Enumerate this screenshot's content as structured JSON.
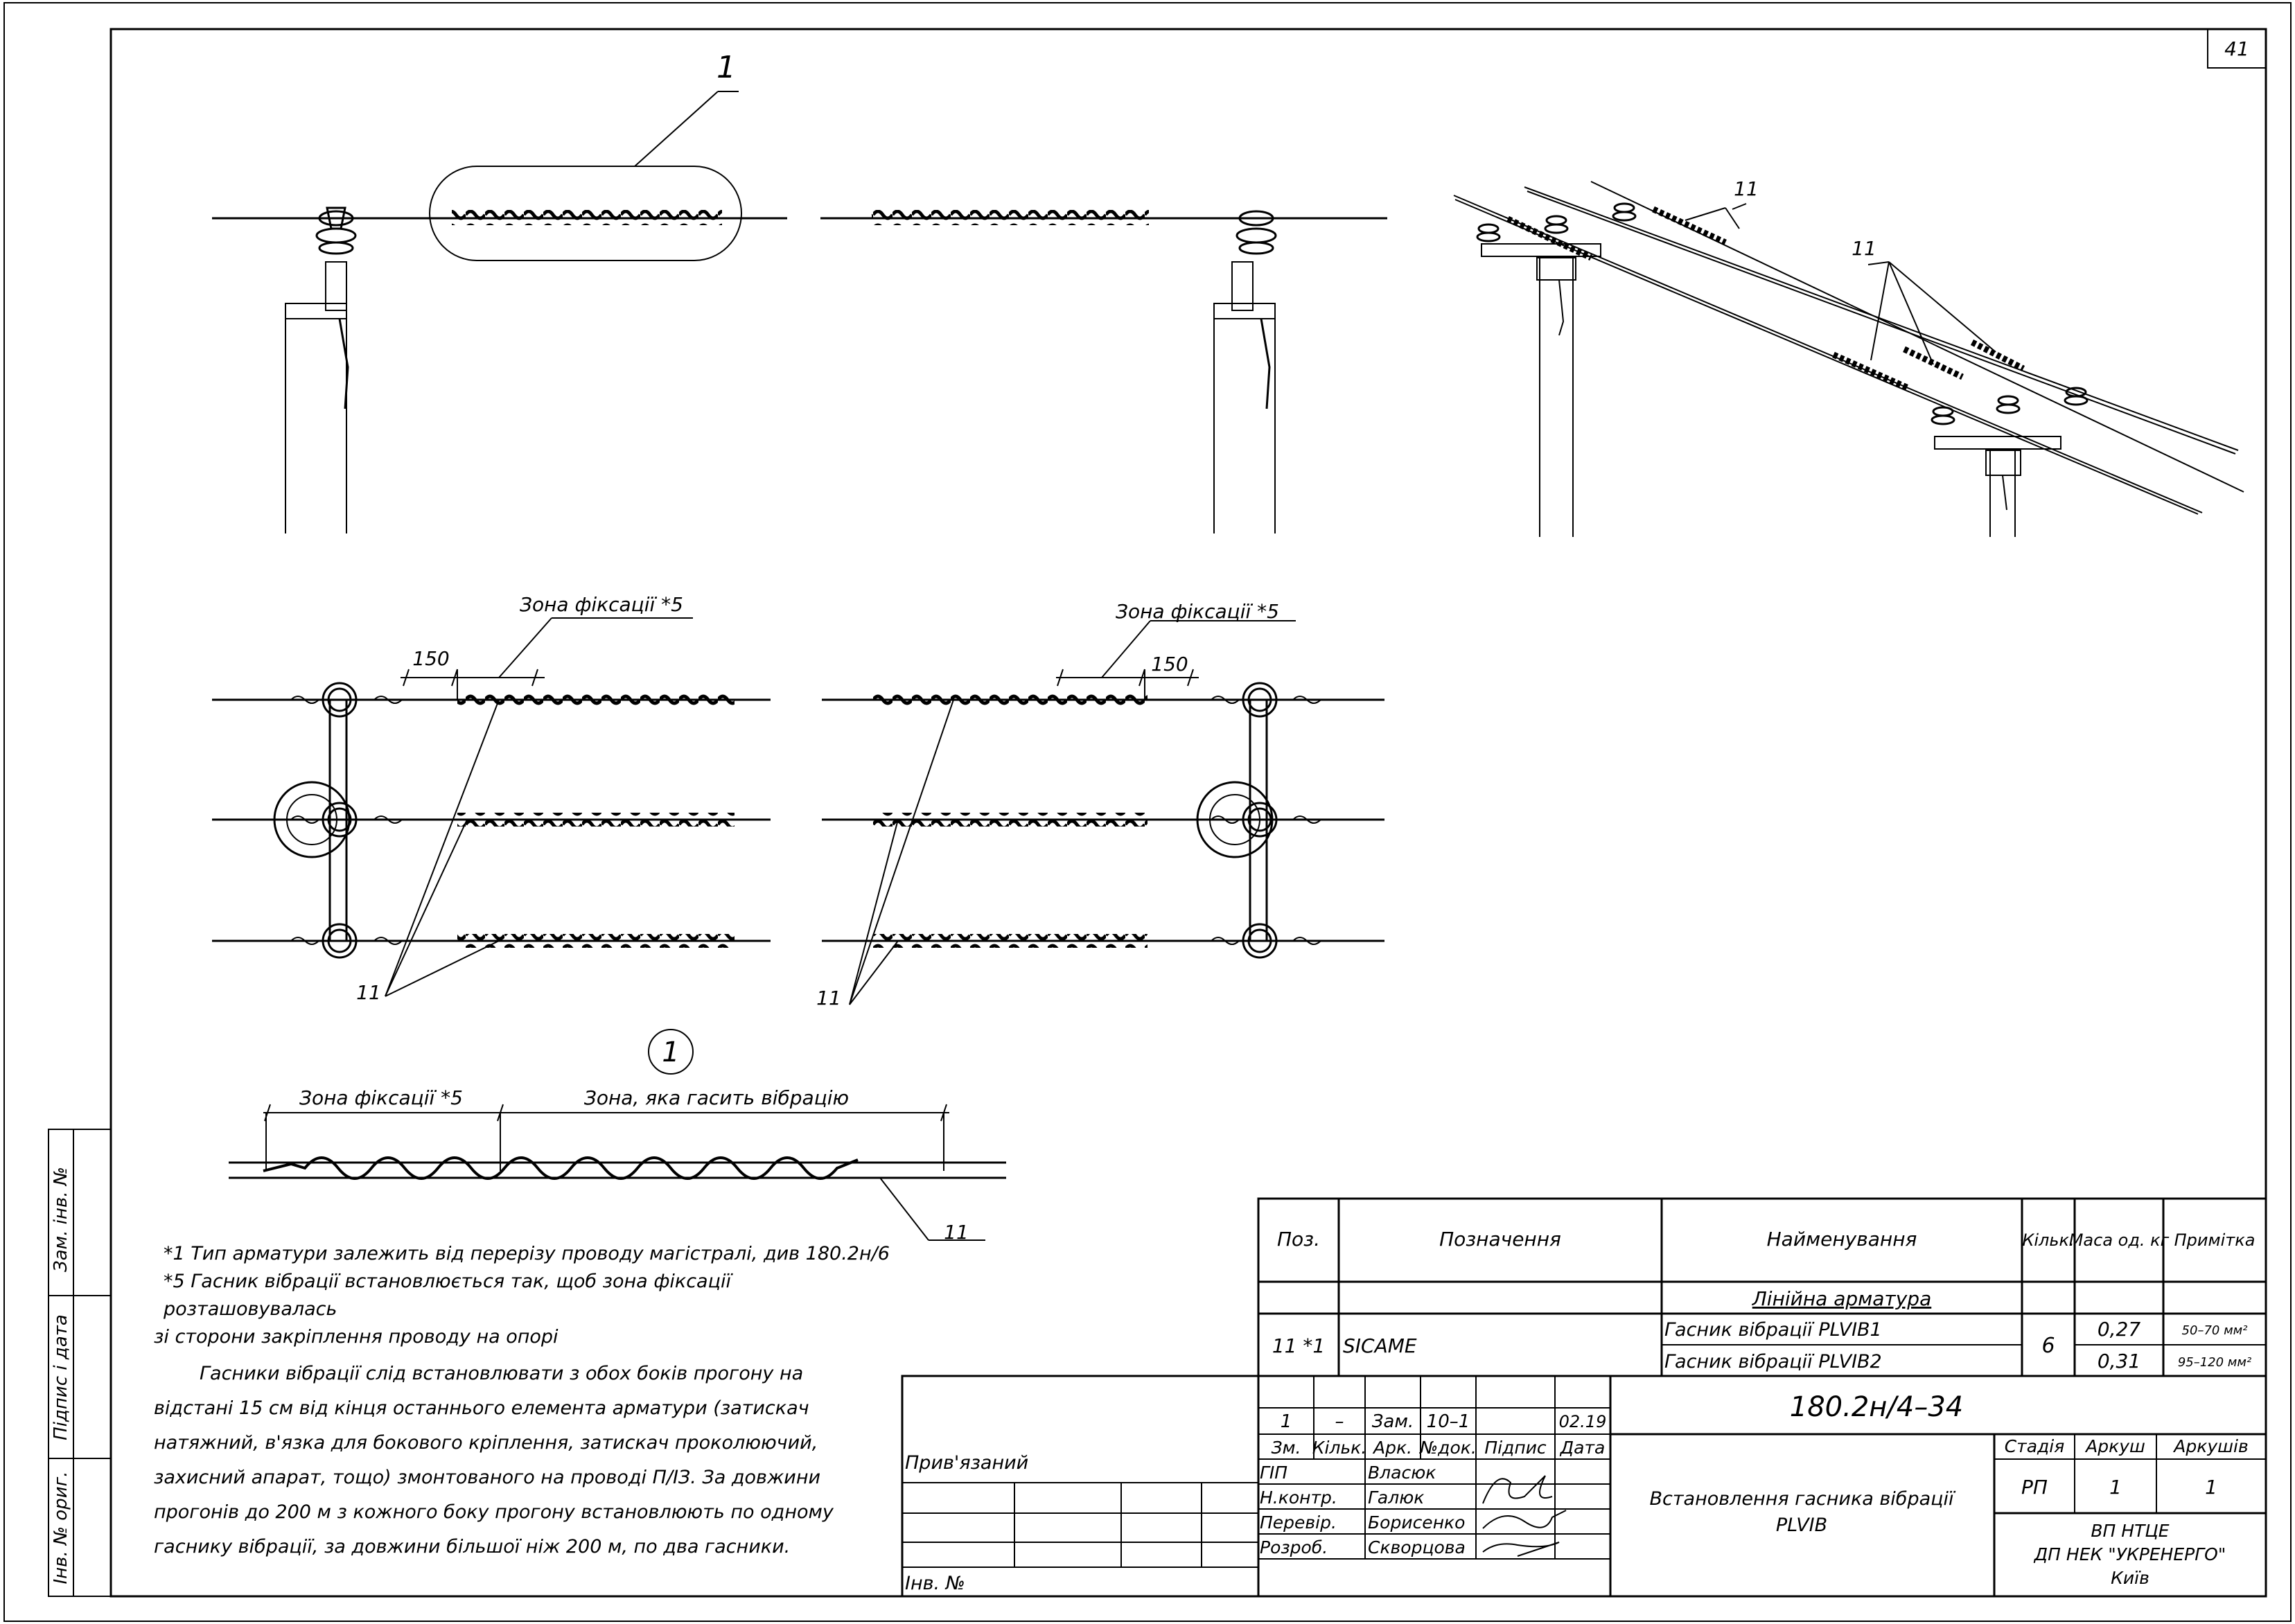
{
  "sheet": {
    "page_number": "41",
    "side_stamps": [
      "Зам. інв. №",
      "Підпис і дата",
      "Інв. № ориг."
    ]
  },
  "drawing": {
    "callout_top": "1",
    "callout_detail": "1",
    "zone_fixation": "Зона фіксації *5",
    "zone_damping": "Зона, яка гасить вібрацію",
    "dim_150": "150",
    "pos_11": "11"
  },
  "notes": {
    "fn1": "*1 Тип арматури залежить від перерізу проводу магістралі, див 180.2н/6",
    "fn5_line1": "*5 Гасник вібрації встановлюється так, щоб зона фіксації розташовувалась",
    "fn5_line2": "зі сторони закріплення проводу на опорі",
    "paragraph": "Гасники вібрації слід встановлювати з обох боків прогону на відстані 15 см від кінця останнього елемента арматури (затискач натяжний, в'язка для бокового кріплення, затискач проколюючий, захисний апарат, тощо) змонтованого на проводі П/ІЗ. За довжини прогонів до 200 м з кожного боку прогону встановлюють по одному гаснику вібрації, за довжини більшої ніж 200 м, по два гасники."
  },
  "spec_table": {
    "headers": [
      "Поз.",
      "Позначення",
      "Найменування",
      "Кільк.",
      "Маса од. кг",
      "Примітка"
    ],
    "section": "Лінійна арматура",
    "pos": "11 *1",
    "designation": "SICAME",
    "rows": [
      {
        "name": "Гасник вібрації PLVIB1",
        "mass": "0,27",
        "note": "50–70 мм²"
      },
      {
        "name": "Гасник вібрації PLVIB2",
        "mass": "0,31",
        "note": "95–120 мм²"
      }
    ],
    "qty": "6"
  },
  "title_block": {
    "rev_row": [
      "1",
      "–",
      "Зам.",
      "10–1",
      "",
      "02.19"
    ],
    "rev_headers": [
      "Зм.",
      "Кільк.",
      "Арк.",
      "№док.",
      "Підпис",
      "Дата"
    ],
    "code": "180.2н/4–34",
    "privyazanyi": "Прив'язаний",
    "inv": "Інв. №",
    "people": [
      {
        "role": "ГІП",
        "name": "Власюк"
      },
      {
        "role": "Н.контр.",
        "name": "Галюк"
      },
      {
        "role": "Перевір.",
        "name": "Борисенко"
      },
      {
        "role": "Розроб.",
        "name": "Скворцова"
      }
    ],
    "title_line1": "Встановлення гасника вібрації",
    "title_line2": "PLVIB",
    "stage_headers": [
      "Стадія",
      "Аркуш",
      "Аркушів"
    ],
    "stage_values": [
      "РП",
      "1",
      "1"
    ],
    "org_line1": "ВП НТЦЕ",
    "org_line2": "ДП НЕК \"УКРЕНЕРГО\"",
    "org_line3": "Київ"
  }
}
